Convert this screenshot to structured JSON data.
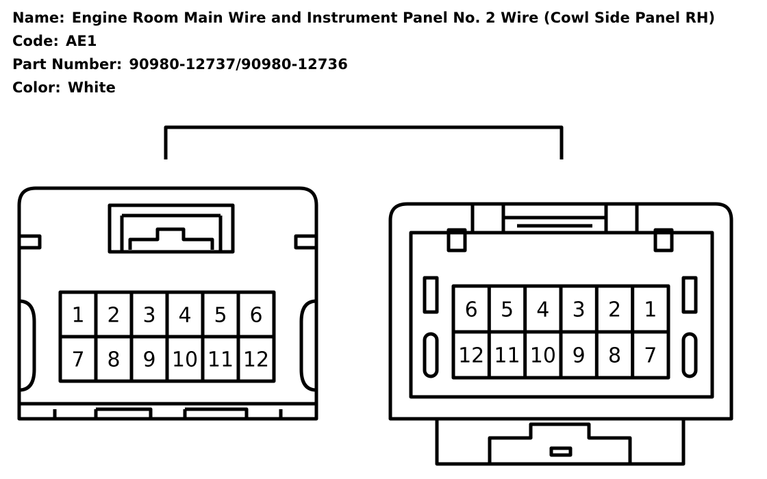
{
  "info": {
    "name_label": "Name:",
    "name_value": "Engine Room Main Wire and Instrument Panel No. 2 Wire (Cowl Side Panel RH)",
    "code_label": "Code:",
    "code_value": "AE1",
    "part_label": "Part Number:",
    "part_value": "90980-12737/90980-12736",
    "color_label": "Color:",
    "color_value": "White"
  },
  "left_connector": {
    "rows": [
      [
        "1",
        "2",
        "3",
        "4",
        "5",
        "6"
      ],
      [
        "7",
        "8",
        "9",
        "10",
        "11",
        "12"
      ]
    ]
  },
  "right_connector": {
    "rows": [
      [
        "6",
        "5",
        "4",
        "3",
        "2",
        "1"
      ],
      [
        "12",
        "11",
        "10",
        "9",
        "8",
        "7"
      ]
    ]
  }
}
